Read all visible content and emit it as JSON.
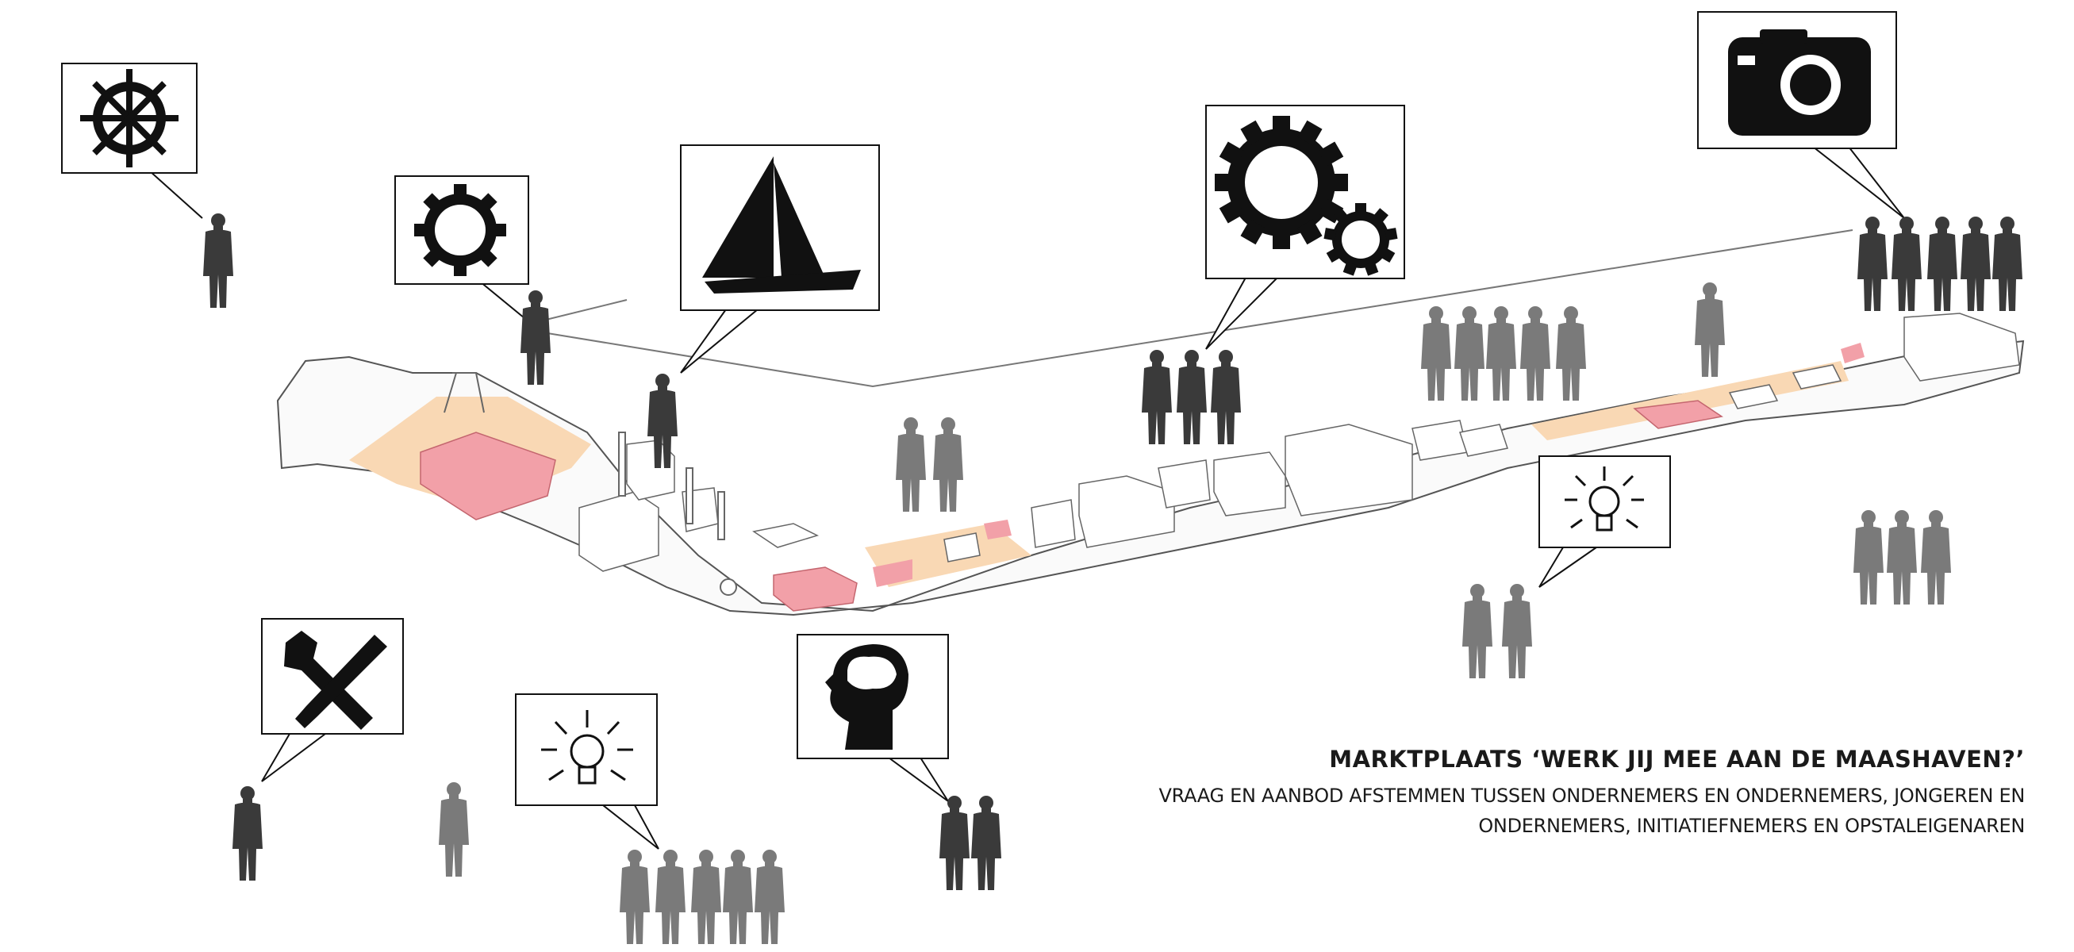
{
  "caption": {
    "title": "MARKTPLAATS ‘WERK JIJ MEE AAN DE MAASHAVEN?’",
    "line1": "VRAAG EN AANBOD AFSTEMMEN TUSSEN ONDERNEMERS EN ONDERNEMERS, JONGEREN EN",
    "line2": "ONDERNEMERS, INITIATIEFNEMERS EN OPSTALEIGENAREN"
  },
  "icons": [
    "ships-wheel-icon",
    "gear-icon",
    "sailboat-icon",
    "gears-icon",
    "camera-icon",
    "lightbulb-icon",
    "tools-icon",
    "lightbulb-icon",
    "brain-head-icon"
  ],
  "colors": {
    "figure_dark": "#3a3a3a",
    "figure_grey": "#7a7a7a",
    "zone_orange": "#f9d8b4",
    "zone_pink": "#f2a0a8",
    "outline": "#555555"
  }
}
